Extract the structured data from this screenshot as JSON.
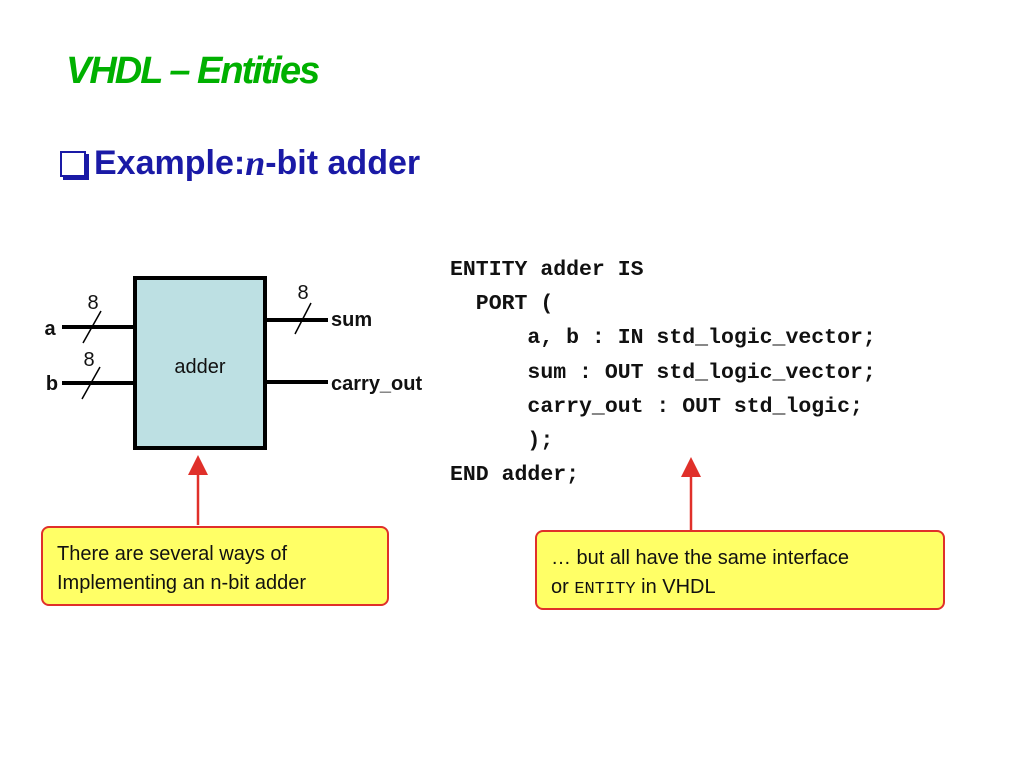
{
  "slide": {
    "title": "VHDL – Entities",
    "bullet": {
      "prefix": "Example: ",
      "variable": "n",
      "suffix": "-bit adder"
    }
  },
  "diagram": {
    "block_label": "adder",
    "inputs": [
      {
        "name": "a",
        "width": "8"
      },
      {
        "name": "b",
        "width": "8"
      }
    ],
    "outputs": [
      {
        "name": "sum",
        "width": "8"
      },
      {
        "name": "carry_out"
      }
    ],
    "colors": {
      "block_fill": "#bde0e3",
      "arrow": "#e0302a"
    }
  },
  "code": {
    "lines": [
      "ENTITY adder IS",
      "  PORT (",
      "      a, b : IN std_logic_vector;",
      "      sum : OUT std_logic_vector;",
      "      carry_out : OUT std_logic;",
      "      );",
      "END adder;"
    ]
  },
  "callouts": {
    "left": {
      "line1": "There are several ways of",
      "line2": "Implementing an n-bit adder"
    },
    "right": {
      "line1": "… but all have the same interface",
      "line2_prefix": "or ",
      "line2_code": "ENTITY",
      "line2_suffix": " in VHDL"
    }
  }
}
